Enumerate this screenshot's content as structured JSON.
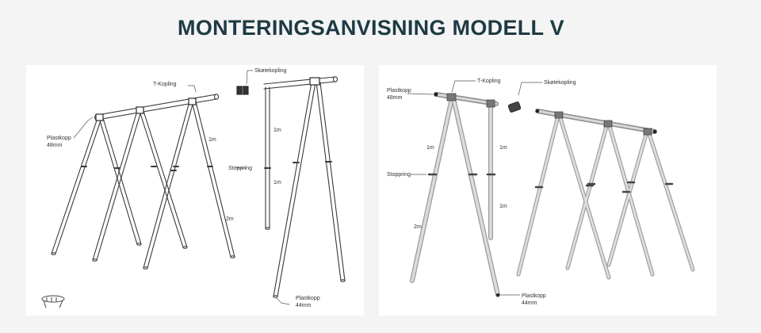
{
  "page": {
    "title": "MONTERINGSANVISNING MODELL V"
  },
  "left_diagram": {
    "labels": {
      "t_kopling": "T-Kopling",
      "skotekopling": "Skøtekopling",
      "plastkopp_48_line1": "Plastkopp",
      "plastkopp_48_line2": "48mm",
      "len_1m_a": "1m",
      "len_1m_b": "1m",
      "len_1m_c": "1m",
      "stoppring": "Stoppring",
      "len_2m": "2m",
      "plastkopp_44_line1": "Plastkopp",
      "plastkopp_44_line2": "44mm"
    }
  },
  "right_diagram": {
    "labels": {
      "plastkopp_48_line1": "Plastkopp",
      "plastkopp_48_line2": "48mm",
      "t_kopling": "T-Kopling",
      "skotekopling": "Skøtekopling",
      "len_1m_a": "1m",
      "len_1m_b": "1m",
      "len_1m_c": "1m",
      "stoppring": "Stoppring",
      "len_2m": "2m",
      "plastkopp_44_line1": "Plastkopp",
      "plastkopp_44_line2": "44mm"
    }
  }
}
